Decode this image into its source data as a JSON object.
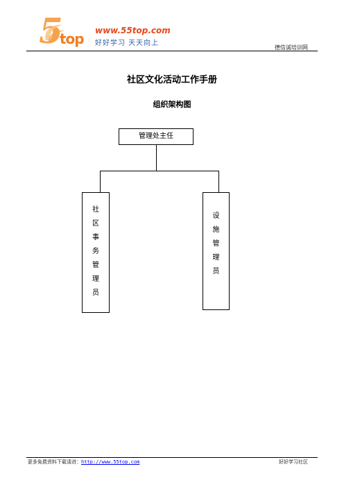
{
  "header": {
    "logo": {
      "numeral": "5",
      "brand": "top",
      "url": "www.55top.com",
      "slogan": "好好学习 天天向上"
    },
    "site_name": "德信诚培训网"
  },
  "document": {
    "title": "社区文化活动工作手册",
    "chart_title": "组织架构图"
  },
  "org_chart": {
    "root": "管理处主任",
    "children": [
      [
        "社",
        "区",
        "事",
        "务",
        "管",
        "理",
        "员"
      ],
      [
        "设",
        "施",
        "管",
        "理",
        "员"
      ]
    ]
  },
  "footer": {
    "left_text": "更多免费资料下载请进：",
    "link_text": "http://www.55top.com",
    "right_text": "好好学习社区"
  },
  "colors": {
    "logo_orange": "#f7a24a",
    "logo_red": "#e8471d",
    "logo_blue": "#2f5fa8",
    "link": "#0000ee"
  }
}
